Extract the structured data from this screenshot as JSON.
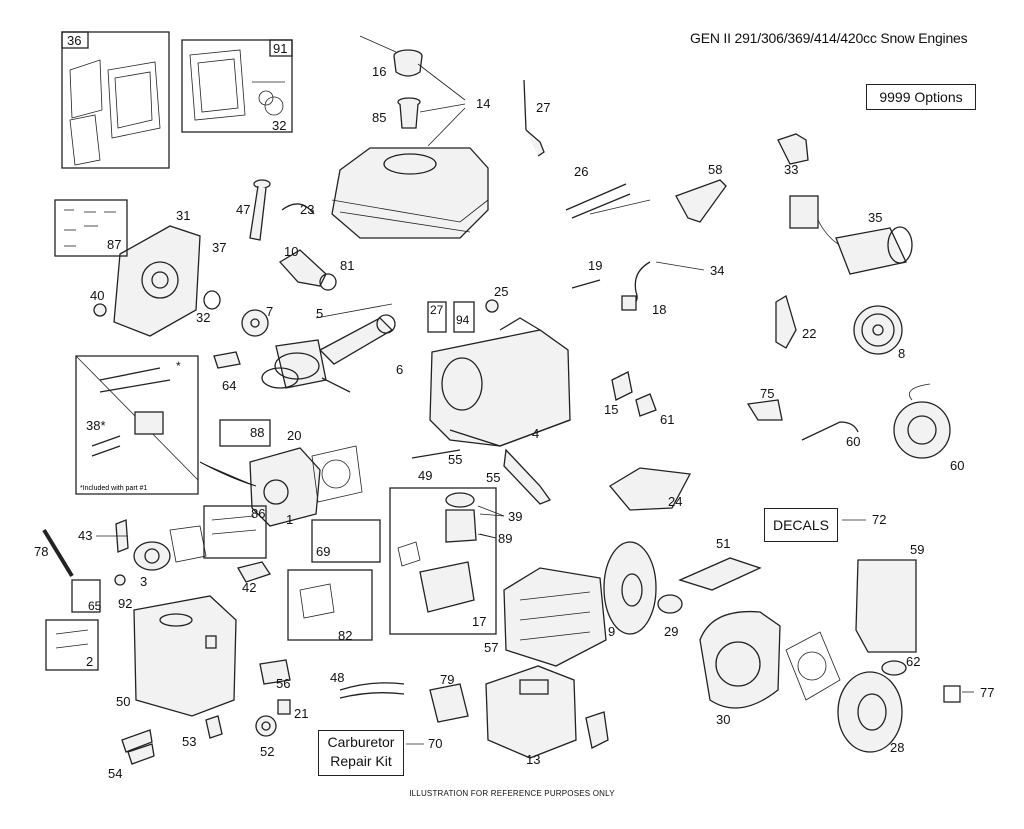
{
  "title": "GEN II 291/306/369/414/420cc Snow Engines",
  "footer": "ILLUSTRATION FOR REFERENCE PURPOSES ONLY",
  "options_box": "9999 Options",
  "decals_box": "DECALS",
  "carb_kit": {
    "line1": "Carburetor",
    "line2": "Repair Kit"
  },
  "included_note": "*Included with part #1",
  "callouts": {
    "c36": "36",
    "c91": "91",
    "c32a": "32",
    "c16": "16",
    "c85": "85",
    "c14": "14",
    "c27a": "27",
    "c33": "33",
    "c35": "35",
    "c26": "26",
    "c58": "58",
    "c47": "47",
    "c23": "23",
    "c31": "31",
    "c87": "87",
    "c37": "37",
    "c10": "10",
    "c81": "81",
    "c34": "34",
    "c19": "19",
    "c18": "18",
    "c40": "40",
    "c32b": "32",
    "c7": "7",
    "c5": "5",
    "c27b": "27",
    "c94": "94",
    "c25": "25",
    "c22": "22",
    "c8": "8",
    "c6": "6",
    "c64": "64",
    "c38": "38*",
    "c15": "15",
    "c61": "61",
    "c75": "75",
    "c88": "88",
    "c20": "20",
    "c4": "4",
    "c60a": "60",
    "c60b": "60",
    "c49": "49",
    "c55a": "55",
    "c55b": "55",
    "c1": "1",
    "c86": "86",
    "c39": "39",
    "c89": "89",
    "c24": "24",
    "c72": "72",
    "c43": "43",
    "c78": "78",
    "c3": "3",
    "c42": "42",
    "c69": "69",
    "c51": "51",
    "c59": "59",
    "c65": "65",
    "c92": "92",
    "c9": "9",
    "c29": "29",
    "c82": "82",
    "c17": "17",
    "c57": "57",
    "c2": "2",
    "c50": "50",
    "c56": "56",
    "c48": "48",
    "c79": "79",
    "c62": "62",
    "c77": "77",
    "c30": "30",
    "c21": "21",
    "c53": "53",
    "c52": "52",
    "c70": "70",
    "c13": "13",
    "c28": "28",
    "c54": "54",
    "star": "*"
  }
}
